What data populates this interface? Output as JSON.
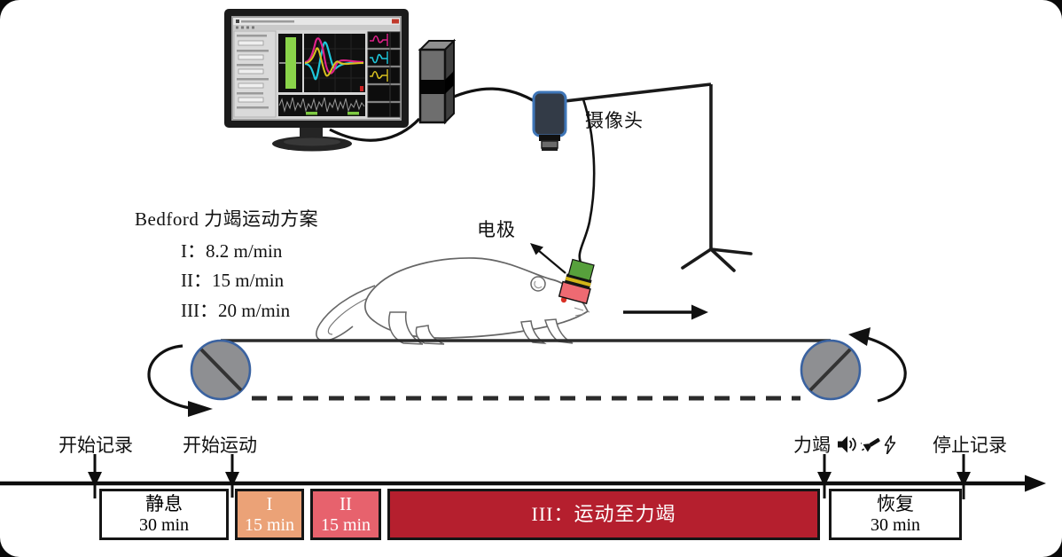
{
  "figure": {
    "labels": {
      "camera": "摄像头",
      "electrode": "电极"
    },
    "protocol": {
      "title": "Bedford 力竭运动方案",
      "items": [
        "I：8.2 m/min",
        "II：15 m/min",
        "III：20 m/min"
      ]
    },
    "timeline": {
      "events": [
        {
          "label": "开始记录"
        },
        {
          "label": "开始运动"
        },
        {
          "label": "力竭",
          "stimulus_icons": [
            "speaker-icon",
            "flashlight-icon",
            "electric-shock-icon"
          ]
        },
        {
          "label": "停止记录"
        }
      ],
      "phases": [
        {
          "name": "静息",
          "duration": "30 min",
          "fill": "#ffffff",
          "text": "#000000"
        },
        {
          "name": "I",
          "duration": "15 min",
          "fill": "#eba277",
          "text": "#ffffff"
        },
        {
          "name": "II",
          "duration": "15 min",
          "fill": "#e7626d",
          "text": "#ffffff"
        },
        {
          "name": "III：运动至力竭",
          "duration": "",
          "fill": "#b51f2e",
          "text": "#ffffff"
        },
        {
          "name": "恢复",
          "duration": "30 min",
          "fill": "#ffffff",
          "text": "#000000"
        }
      ]
    },
    "colors": {
      "phase_i": "#eba277",
      "phase_ii": "#e7626d",
      "phase_iii": "#b51f2e",
      "roller_fill": "#8e8f92",
      "roller_border": "#3a62a0",
      "camera_border": "#3f76b8",
      "headstage_green": "#57a03c",
      "headstage_stripe_yellow": "#d2b418",
      "headstage_red": "#ee6a72",
      "trace_magenta": "#e0218a",
      "trace_cyan": "#1ec8dc",
      "trace_yellow": "#d8c020",
      "screen_green_bar": "#8ad44a",
      "rat_eye_red": "#d93025"
    }
  }
}
